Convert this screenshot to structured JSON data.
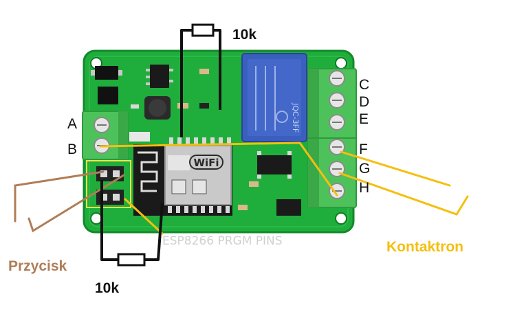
{
  "terminals": {
    "a": "A",
    "b": "B",
    "c": "C",
    "d": "D",
    "e": "E",
    "f": "F",
    "g": "G",
    "h": "H"
  },
  "resistor_top_label": "10k",
  "resistor_bottom_label": "10k",
  "button_label": "Przycisk",
  "reed_label": "Kontaktron",
  "board": {
    "silkscreen": "ESP8266 PRGM PINS",
    "module_logo": "WiFi",
    "relay_brand": "JQC-3FF"
  },
  "colors": {
    "pcb": "#1fae3c",
    "pcb_edge": "#128a2a",
    "terminal_block": "#4ec25a",
    "relay": "#3b5fbf",
    "wire_yellow": "#f5bf10",
    "wire_brown": "#b07d57",
    "wire_black": "#111111",
    "button_label": "#b07d57",
    "reed_label": "#f5bf10"
  }
}
